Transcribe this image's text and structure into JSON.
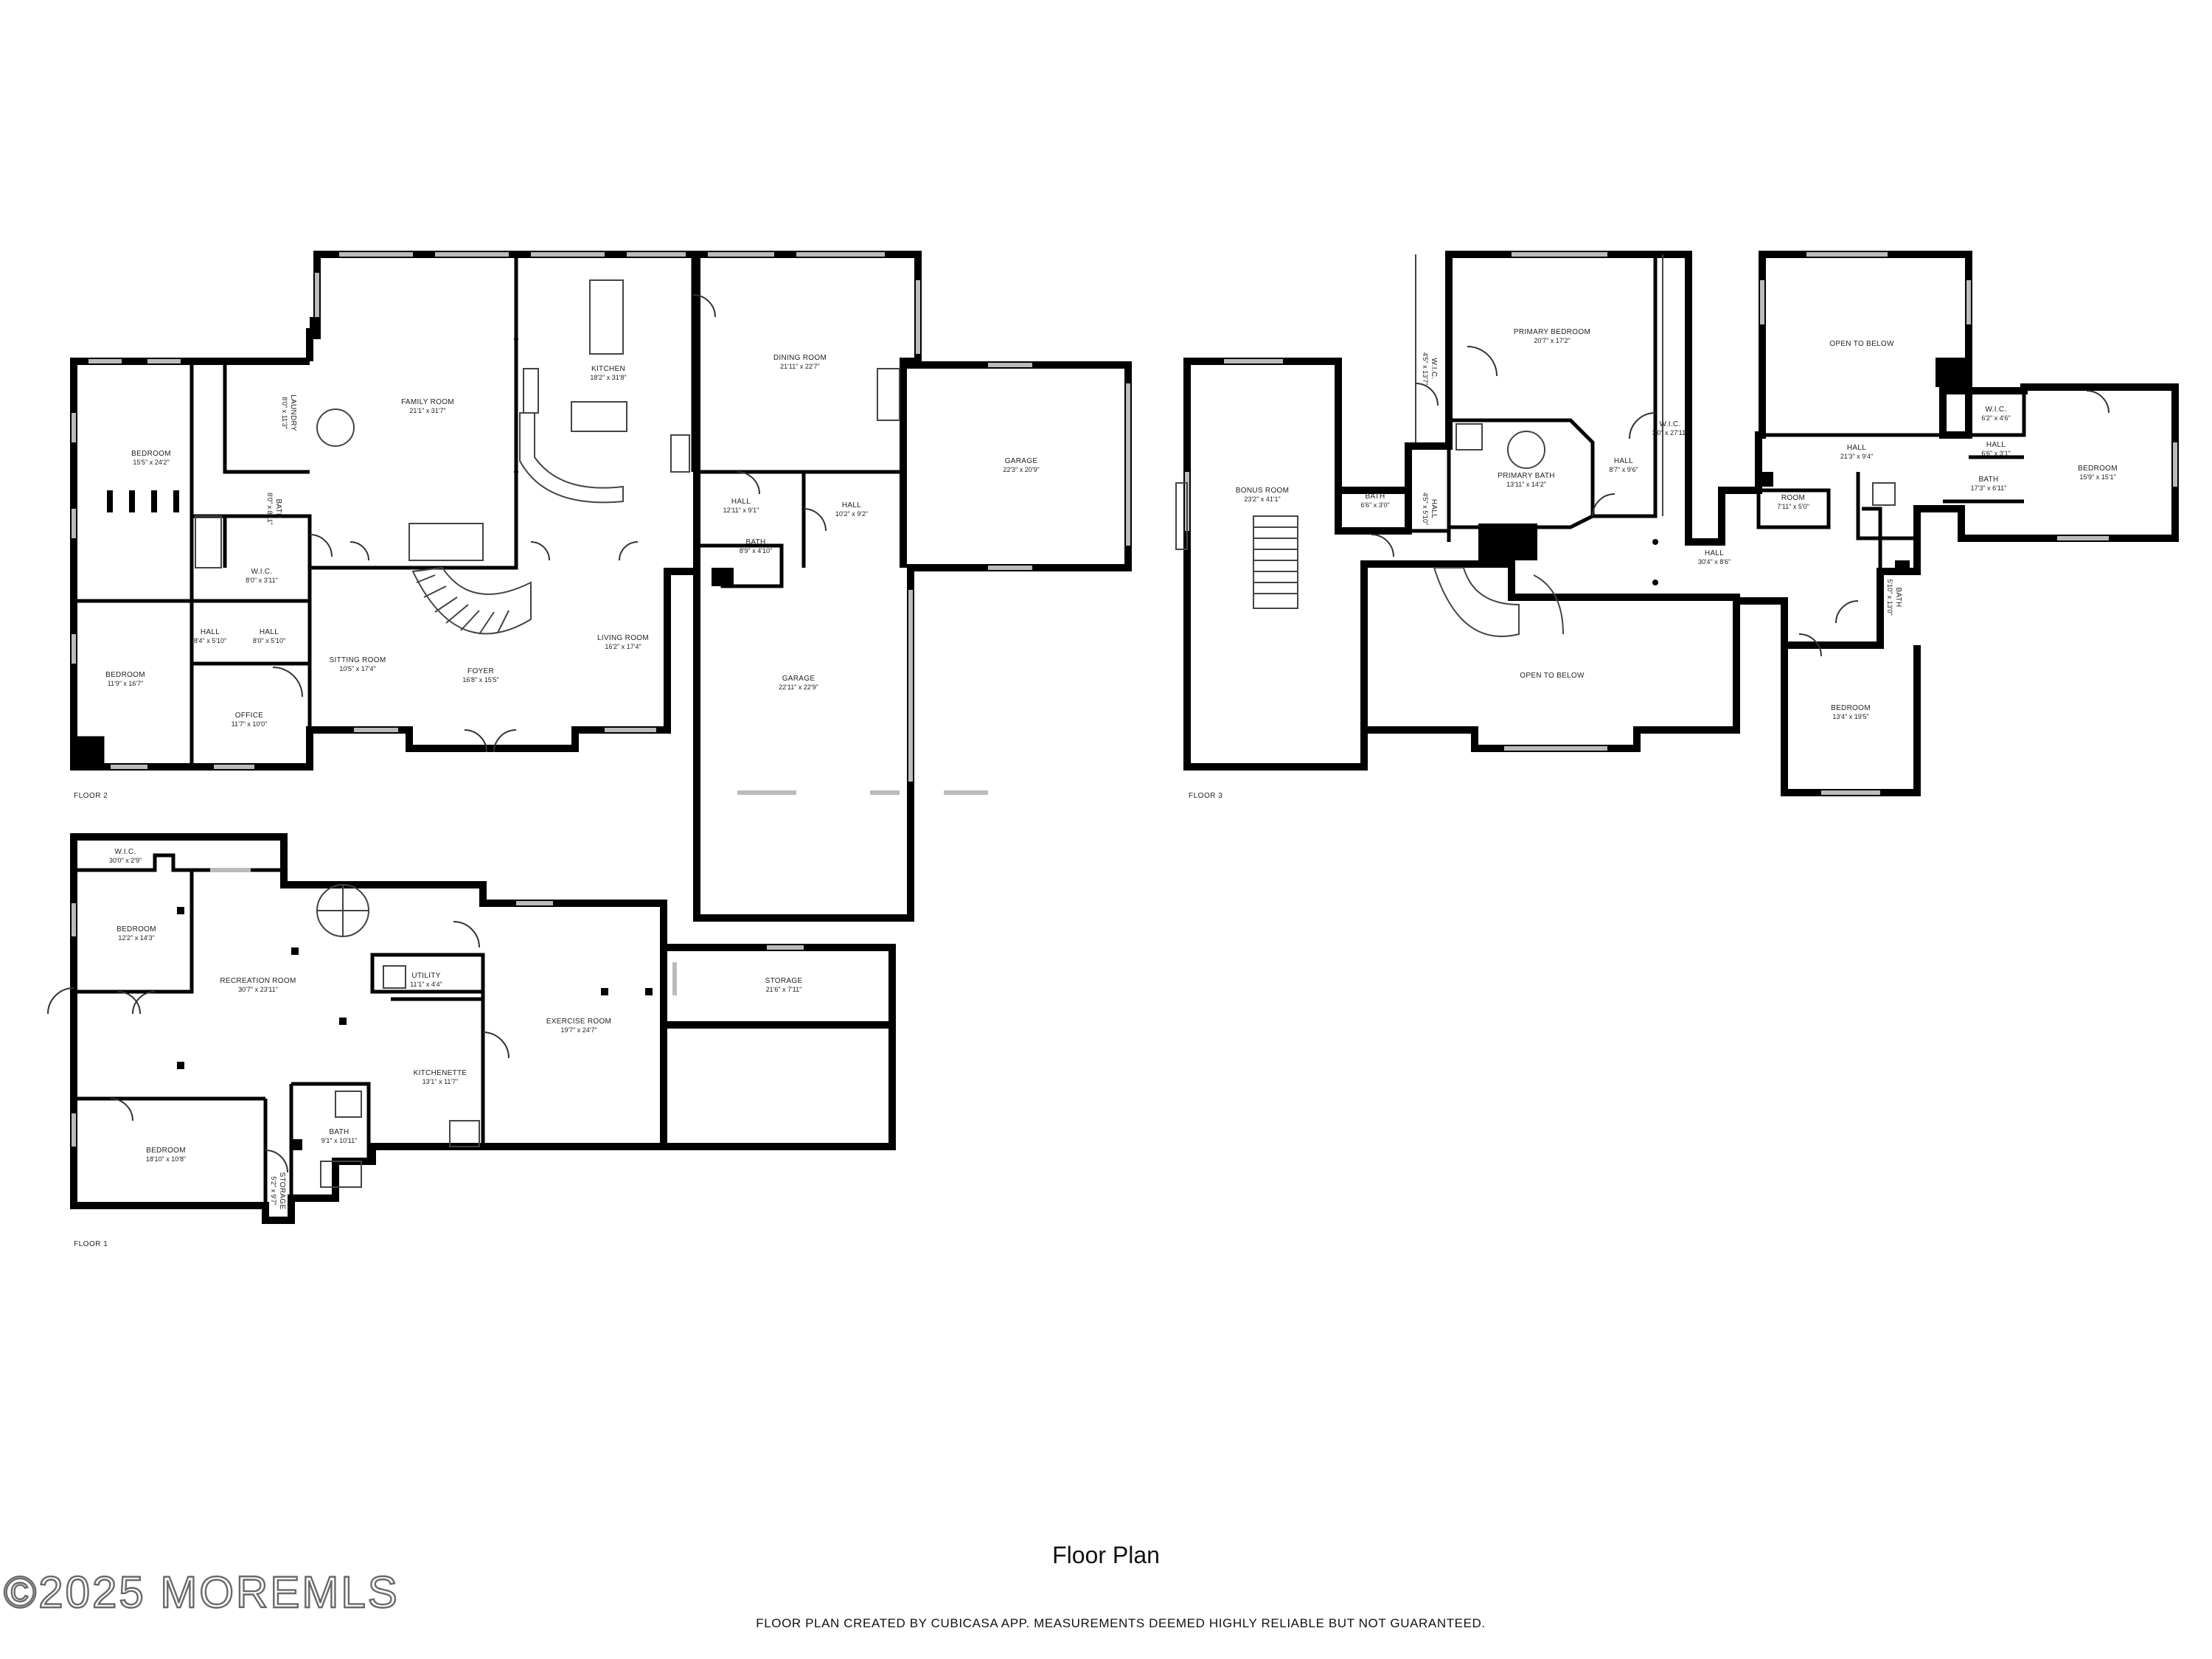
{
  "title": "Floor Plan",
  "disclaimer": "FLOOR PLAN CREATED BY CUBICASA APP. MEASUREMENTS DEEMED HIGHLY RELIABLE BUT NOT GUARANTEED.",
  "watermark": "©2025 MOREMLS",
  "floors": {
    "floor2": {
      "label": "FLOOR 2",
      "rooms": [
        {
          "name": "BEDROOM",
          "dims": "15'5\" x 24'2\""
        },
        {
          "name": "LAUNDRY",
          "dims": "8'0\" x 11'3\""
        },
        {
          "name": "BATH",
          "dims": "8'0\" x 8'11\""
        },
        {
          "name": "W.I.C.",
          "dims": "8'0\" x 3'11\""
        },
        {
          "name": "FAMILY ROOM",
          "dims": "21'1\" x 31'7\""
        },
        {
          "name": "KITCHEN",
          "dims": "18'2\" x 31'8\""
        },
        {
          "name": "DINING ROOM",
          "dims": "21'11\" x 22'7\""
        },
        {
          "name": "GARAGE",
          "dims": "22'3\" x 20'9\""
        },
        {
          "name": "HALL",
          "dims": "12'11\" x 9'1\""
        },
        {
          "name": "HALL",
          "dims": "10'2\" x 9'2\""
        },
        {
          "name": "BATH",
          "dims": "8'9\" x 4'10\""
        },
        {
          "name": "HALL",
          "dims": "8'4\" x 5'10\""
        },
        {
          "name": "HALL",
          "dims": "8'0\" x 5'10\""
        },
        {
          "name": "BEDROOM",
          "dims": "11'9\" x 16'7\""
        },
        {
          "name": "OFFICE",
          "dims": "11'7\" x 10'0\""
        },
        {
          "name": "SITTING ROOM",
          "dims": "10'5\" x 17'4\""
        },
        {
          "name": "FOYER",
          "dims": "16'8\" x 15'5\""
        },
        {
          "name": "LIVING ROOM",
          "dims": "16'2\" x 17'4\""
        },
        {
          "name": "GARAGE",
          "dims": "22'11\" x 22'9\""
        }
      ]
    },
    "floor3": {
      "label": "FLOOR 3",
      "rooms": [
        {
          "name": "PRIMARY BEDROOM",
          "dims": "20'7\" x 17'2\""
        },
        {
          "name": "OPEN TO BELOW",
          "dims": ""
        },
        {
          "name": "BONUS ROOM",
          "dims": "23'2\" x 41'1\""
        },
        {
          "name": "BATH",
          "dims": "6'6\" x 3'0\""
        },
        {
          "name": "W.I.C.",
          "dims": "4'5\" x 13'7\""
        },
        {
          "name": "HALL",
          "dims": "4'5\" x 5'10\""
        },
        {
          "name": "PRIMARY BATH",
          "dims": "13'11\" x 14'2\""
        },
        {
          "name": "HALL",
          "dims": "8'7\" x 9'6\""
        },
        {
          "name": "W.I.C.",
          "dims": "3'0\" x 27'11\""
        },
        {
          "name": "HALL",
          "dims": "30'4\" x 8'6\""
        },
        {
          "name": "OPEN TO BELOW",
          "dims": ""
        },
        {
          "name": "HALL",
          "dims": "21'3\" x 9'4\""
        },
        {
          "name": "ROOM",
          "dims": "7'11\" x 5'0\""
        },
        {
          "name": "W.I.C.",
          "dims": "6'2\" x 4'6\""
        },
        {
          "name": "HALL",
          "dims": "6'6\" x 3'1\""
        },
        {
          "name": "BATH",
          "dims": "17'3\" x 6'11\""
        },
        {
          "name": "BEDROOM",
          "dims": "15'9\" x 15'1\""
        },
        {
          "name": "BATH",
          "dims": "5'10\" x 13'0\""
        },
        {
          "name": "BEDROOM",
          "dims": "13'4\" x 19'5\""
        }
      ]
    },
    "floor1": {
      "label": "FLOOR 1",
      "rooms": [
        {
          "name": "W.I.C.",
          "dims": "30'0\" x 2'9\""
        },
        {
          "name": "BEDROOM",
          "dims": "12'2\" x 14'3\""
        },
        {
          "name": "RECREATION ROOM",
          "dims": "30'7\" x 23'11\""
        },
        {
          "name": "UTILITY",
          "dims": "11'1\" x 4'4\""
        },
        {
          "name": "EXERCISE ROOM",
          "dims": "19'7\" x 24'7\""
        },
        {
          "name": "STORAGE",
          "dims": "21'6\" x 7'11\""
        },
        {
          "name": "KITCHENETTE",
          "dims": "13'1\" x 11'7\""
        },
        {
          "name": "BEDROOM",
          "dims": "18'10\" x 10'8\""
        },
        {
          "name": "BATH",
          "dims": "9'1\" x 10'11\""
        },
        {
          "name": "STORAGE",
          "dims": "5'2\" x 9'7\""
        }
      ]
    }
  }
}
